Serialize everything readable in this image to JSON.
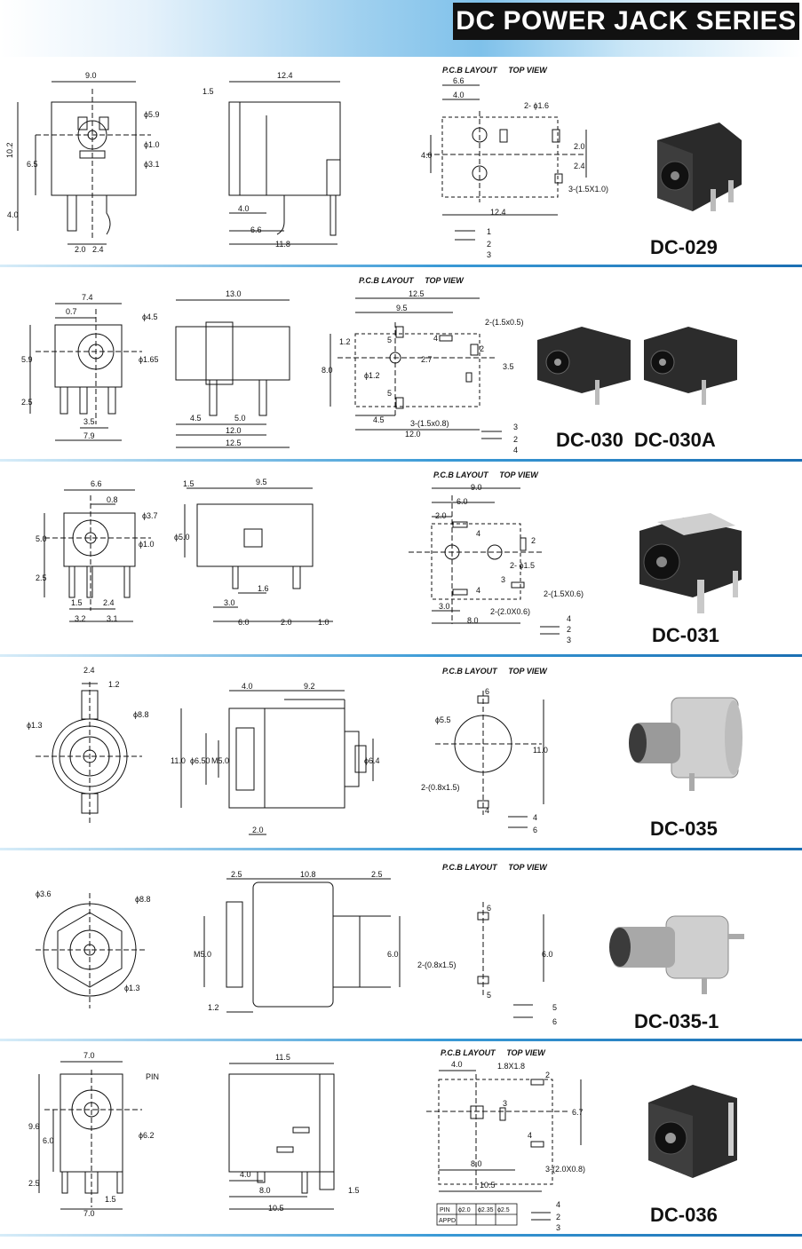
{
  "header": {
    "title": "DC POWER JACK SERIES"
  },
  "pcb_heading": {
    "left": "P.C.B LAYOUT",
    "right": "TOP VIEW"
  },
  "sections": [
    {
      "model": "DC-029",
      "front_dims": [
        "9.0",
        "10.2",
        "6.5",
        "4.0",
        "2.0",
        "2.4",
        "ϕ5.9",
        "ϕ1.0",
        "ϕ3.1"
      ],
      "side_dims": [
        "1.5",
        "12.4",
        "4.0",
        "6.6",
        "11.8"
      ],
      "pcb_dims": [
        "6.6",
        "4.0",
        "2-ϕ1.6",
        "4.0",
        "2.0",
        "2.4",
        "3-(1.5X1.0)",
        "12.4"
      ],
      "pins": [
        "1",
        "2",
        "3"
      ]
    },
    {
      "model": "DC-030  DC-030A",
      "front_dims": [
        "7.4",
        "0.7",
        "ϕ4.5",
        "5.9",
        "ϕ1.65",
        "2.5",
        "3.5",
        "7.9"
      ],
      "side_dims": [
        "13.0",
        "4.5",
        "5.0",
        "12.0",
        "12.5"
      ],
      "pcb_dims": [
        "12.5",
        "9.5",
        "2-(1.5x0.5)",
        "1.2",
        "8.0",
        "2.7",
        "3.5",
        "ϕ1.2",
        "4.5",
        "3-(1.5x0.8)",
        "12.0"
      ],
      "pins": [
        "3",
        "2",
        "4"
      ]
    },
    {
      "model": "DC-031",
      "front_dims": [
        "6.6",
        "0.8",
        "ϕ3.7",
        "5.0",
        "ϕ1.0",
        "2.5",
        "1.5",
        "2.4",
        "3.2",
        "3.1"
      ],
      "side_dims": [
        "1.5",
        "9.5",
        "ϕ5.0",
        "1.6",
        "3.0",
        "6.0",
        "2.0",
        "1.0"
      ],
      "pcb_dims": [
        "9.0",
        "6.0",
        "2.0",
        "2-ϕ1.5",
        "2-(1.5X0.6)",
        "3.0",
        "2-(2.0X0.6)",
        "8.0"
      ],
      "pins": [
        "4",
        "2",
        "3"
      ]
    },
    {
      "model": "DC-035",
      "front_dims": [
        "2.4",
        "1.2",
        "ϕ1.3",
        "ϕ8.8"
      ],
      "side_dims": [
        "4.0",
        "9.2",
        "11.0",
        "ϕ6.50",
        "M5.0",
        "ϕ6.4",
        "2.0"
      ],
      "pcb_dims": [
        "ϕ5.5",
        "11.0",
        "2-(0.8x1.5)"
      ],
      "pins": [
        "4",
        "6"
      ]
    },
    {
      "model": "DC-035-1",
      "front_dims": [
        "ϕ3.6",
        "ϕ8.8",
        "ϕ1.3"
      ],
      "side_dims": [
        "2.5",
        "10.8",
        "2.5",
        "M5.0",
        "6.0",
        "1.2"
      ],
      "pcb_dims": [
        "6.0",
        "2-(0.8x1.5)"
      ],
      "pins": [
        "5",
        "6"
      ]
    },
    {
      "model": "DC-036",
      "front_dims": [
        "7.0",
        "PIN",
        "9.6",
        "6.0",
        "ϕ6.2",
        "2.5",
        "1.5",
        "7.0"
      ],
      "side_dims": [
        "11.5",
        "4.0",
        "8.0",
        "10.5",
        "1.5"
      ],
      "pcb_dims": [
        "4.0",
        "1.8X1.8",
        "6.7",
        "8.0",
        "3-(2.0X0.8)",
        "10.5"
      ],
      "pin_table": {
        "row1": [
          "PIN",
          "ϕ2.0",
          "ϕ2.35",
          "ϕ2.5"
        ],
        "row2": [
          "APPD",
          "",
          "",
          ""
        ]
      },
      "pins": [
        "4",
        "2",
        "3"
      ]
    }
  ],
  "colors": {
    "accent": "#1b6fb3",
    "title_bg": "#111111"
  }
}
